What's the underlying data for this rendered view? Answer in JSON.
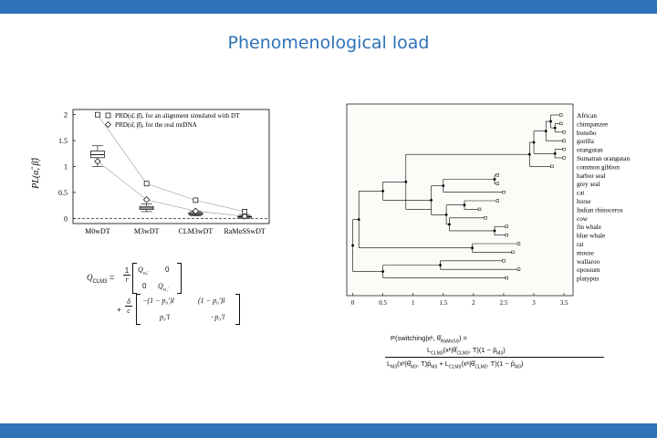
{
  "slide": {
    "title": "Phenomenological load",
    "theme_color": "#2e72b8"
  },
  "boxplot": {
    "ylabel": "PL(α̂, β̂)",
    "legend": [
      "PRD(α̂, β̂), for an alignment simulated with DT",
      "PRD(α̂, β̂), for the real mtDNA"
    ],
    "chart_data": {
      "type": "box",
      "categories": [
        "M0wDT",
        "M3wDT",
        "CLM3wDT",
        "RaMoSSwDT"
      ],
      "ylim": [
        -0.1,
        2.1
      ],
      "yticks": [
        "0",
        "0.5",
        "1",
        "1.5",
        "2"
      ],
      "series": [
        {
          "name": "PRD(α̂, β̂), for an alignment simulated with DT",
          "marker": "square",
          "values": [
            2.0,
            0.67,
            0.35,
            0.13
          ]
        },
        {
          "name": "PRD(α̂, β̂), for the real mtDNA",
          "marker": "diamond",
          "values": [
            1.1,
            0.36,
            0.14,
            0.04
          ]
        }
      ],
      "boxes": [
        {
          "min": 1.0,
          "q1": 1.17,
          "median": 1.23,
          "q3": 1.3,
          "max": 1.4
        },
        {
          "min": 0.13,
          "q1": 0.17,
          "median": 0.2,
          "q3": 0.23,
          "max": 0.28
        },
        {
          "min": 0.05,
          "q1": 0.07,
          "median": 0.09,
          "q3": 0.11,
          "max": 0.14
        },
        {
          "min": 0.0,
          "q1": 0.02,
          "median": 0.03,
          "q3": 0.04,
          "max": 0.07
        }
      ]
    }
  },
  "tree": {
    "chart_data": {
      "type": "tree",
      "xticks": [
        "0",
        "0.5",
        "1",
        "1.5",
        "2",
        "2.5",
        "3",
        "3.5"
      ],
      "xlim": [
        -0.1,
        3.65
      ],
      "taxa": [
        "African",
        "chimpanzee",
        "bonobo",
        "gorilla",
        "orangutan",
        "Sumatran orangutan",
        "common gibbon",
        "harbor seal",
        "grey seal",
        "cat",
        "horse",
        "Indian rhinoceros",
        "cow",
        "fin whale",
        "blue whale",
        "rat",
        "mouse",
        "wallaroo",
        "opossum",
        "platypus"
      ],
      "tip_depths": [
        3.45,
        3.45,
        3.5,
        3.5,
        3.5,
        3.5,
        3.3,
        2.4,
        2.4,
        2.5,
        2.4,
        2.1,
        2.2,
        2.55,
        2.55,
        2.75,
        2.65,
        2.5,
        2.75,
        2.55
      ],
      "nodes": [
        {
          "id": "r",
          "depth": 0.0,
          "children": [
            "A",
            "W"
          ]
        },
        {
          "id": "A",
          "depth": 0.1,
          "children": [
            "B",
            "RM"
          ]
        },
        {
          "id": "W",
          "depth": 0.5,
          "children": [
            "WO",
            "tip19"
          ]
        },
        {
          "id": "WO",
          "depth": 1.45,
          "children": [
            "tip17",
            "tip18"
          ]
        },
        {
          "id": "B",
          "depth": 0.5,
          "children": [
            "C",
            "LAU"
          ]
        },
        {
          "id": "RM",
          "depth": 1.98,
          "children": [
            "tip15",
            "tip16"
          ]
        },
        {
          "id": "C",
          "depth": 0.88,
          "children": [
            "PRIM",
            "LAU2"
          ]
        },
        {
          "id": "PRIM",
          "depth": 2.93,
          "children": [
            "HOM",
            "tip6"
          ]
        },
        {
          "id": "HOM",
          "depth": 3.0,
          "children": [
            "AFR",
            "ORA"
          ]
        },
        {
          "id": "AFR",
          "depth": 3.2,
          "children": [
            "CH",
            "tip3"
          ]
        },
        {
          "id": "CH",
          "depth": 3.28,
          "children": [
            "tip0",
            "CB"
          ]
        },
        {
          "id": "CB",
          "depth": 3.35,
          "children": [
            "tip1",
            "tip2"
          ]
        },
        {
          "id": "ORA",
          "depth": 3.35,
          "children": [
            "tip4",
            "tip5"
          ]
        },
        {
          "id": "LAU",
          "depth": 1.3,
          "children": [
            "CARN",
            "CETU"
          ]
        },
        {
          "id": "LAU2",
          "depth": 1.3,
          "children": []
        },
        {
          "id": "CARN",
          "depth": 1.5,
          "children": [
            "SEAL",
            "tip9"
          ]
        },
        {
          "id": "SEAL",
          "depth": 2.35,
          "children": [
            "tip7",
            "tip8"
          ]
        },
        {
          "id": "CETU",
          "depth": 1.55,
          "children": [
            "PER",
            "CETR"
          ]
        },
        {
          "id": "PER",
          "depth": 1.85,
          "children": [
            "tip10",
            "tip11"
          ]
        },
        {
          "id": "CETR",
          "depth": 1.6,
          "children": [
            "tip12",
            "WH"
          ]
        },
        {
          "id": "WH",
          "depth": 2.35,
          "children": [
            "tip13",
            "tip14"
          ]
        }
      ]
    }
  },
  "eq1": {
    "lhs": "Q",
    "lhs_sub": "CLM3",
    "eq": "=",
    "frac1_num": "1",
    "frac1_den": "r",
    "m1": [
      "Q",
      "ω₀'",
      "0",
      "0",
      "Q",
      "ω₁'"
    ],
    "plus": "+",
    "frac2_num": "δ",
    "frac2_den": "c",
    "m2": [
      "−(1 − p₀')l",
      "(1 − p₀')l",
      "p₀'l",
      "−p₀'l"
    ]
  },
  "eq2": {
    "lhs": "P(switching|xᵏ, θ̂",
    "lhs_sub": "RaMoSS",
    "lhs_end": ") =",
    "num_a": "L",
    "num_sub1": "CLM3",
    "num_b": "(xᵏ|θ̂",
    "num_sub2": "CLM3",
    "num_c": ", T)(1 − p̂",
    "num_sub3": "M3",
    "num_d": ")",
    "den_a": "L",
    "den_sub1": "M3",
    "den_b": "(xᵏ|θ̂",
    "den_sub2": "M3",
    "den_c": ", T)p̂",
    "den_sub3": "M3",
    "den_d": " + L",
    "den_sub4": "CLM3",
    "den_e": "(xᵏ|θ̂",
    "den_sub5": "CLM3",
    "den_f": ", T)(1 − p̂",
    "den_sub6": "M3",
    "den_g": ")"
  }
}
